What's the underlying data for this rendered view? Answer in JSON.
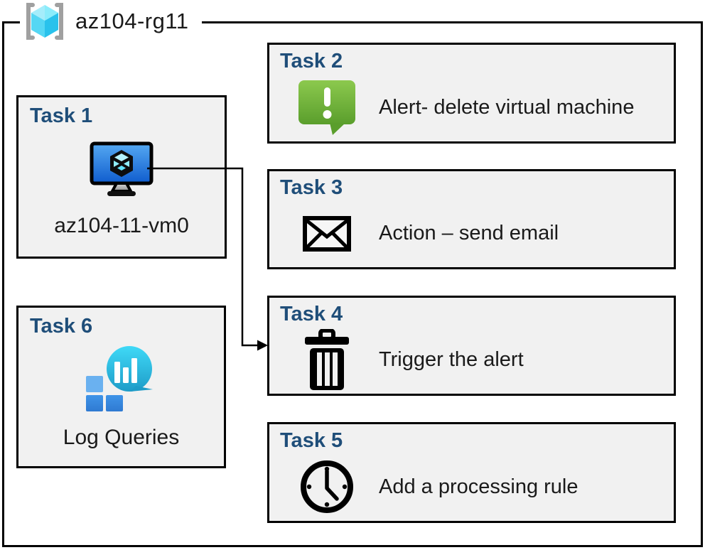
{
  "header": {
    "resource_group_label": "az104-rg11",
    "resource_group_icon": "resource-group-icon"
  },
  "tasks": {
    "task1": {
      "label": "Task 1",
      "caption": "az104-11-vm0",
      "icon": "virtual-machine-icon"
    },
    "task2": {
      "label": "Task 2",
      "caption": "Alert- delete virtual machine",
      "icon": "alert-message-icon"
    },
    "task3": {
      "label": "Task 3",
      "caption": "Action – send email",
      "icon": "email-envelope-icon"
    },
    "task4": {
      "label": "Task 4",
      "caption": "Trigger the alert",
      "icon": "trash-delete-icon"
    },
    "task5": {
      "label": "Task 5",
      "caption": "Add a processing rule",
      "icon": "clock-icon"
    },
    "task6": {
      "label": "Task 6",
      "caption": "Log Queries",
      "icon": "log-analytics-icon"
    }
  },
  "connector": {
    "from": "task1-virtual-machine",
    "to": "task4",
    "style": "elbow-arrow"
  },
  "colors": {
    "task_label_blue": "#1f4e79",
    "box_fill": "#f1f1f1",
    "box_border": "#000000",
    "alert_green": "#6fb23d",
    "vm_screen_blue": "#1e6fd9",
    "cube_cyan": "#50e6ff",
    "log_teal": "#28b8e0",
    "log_square_blue": "#3a8ce4",
    "bracket_gray": "#a0a0a0"
  }
}
